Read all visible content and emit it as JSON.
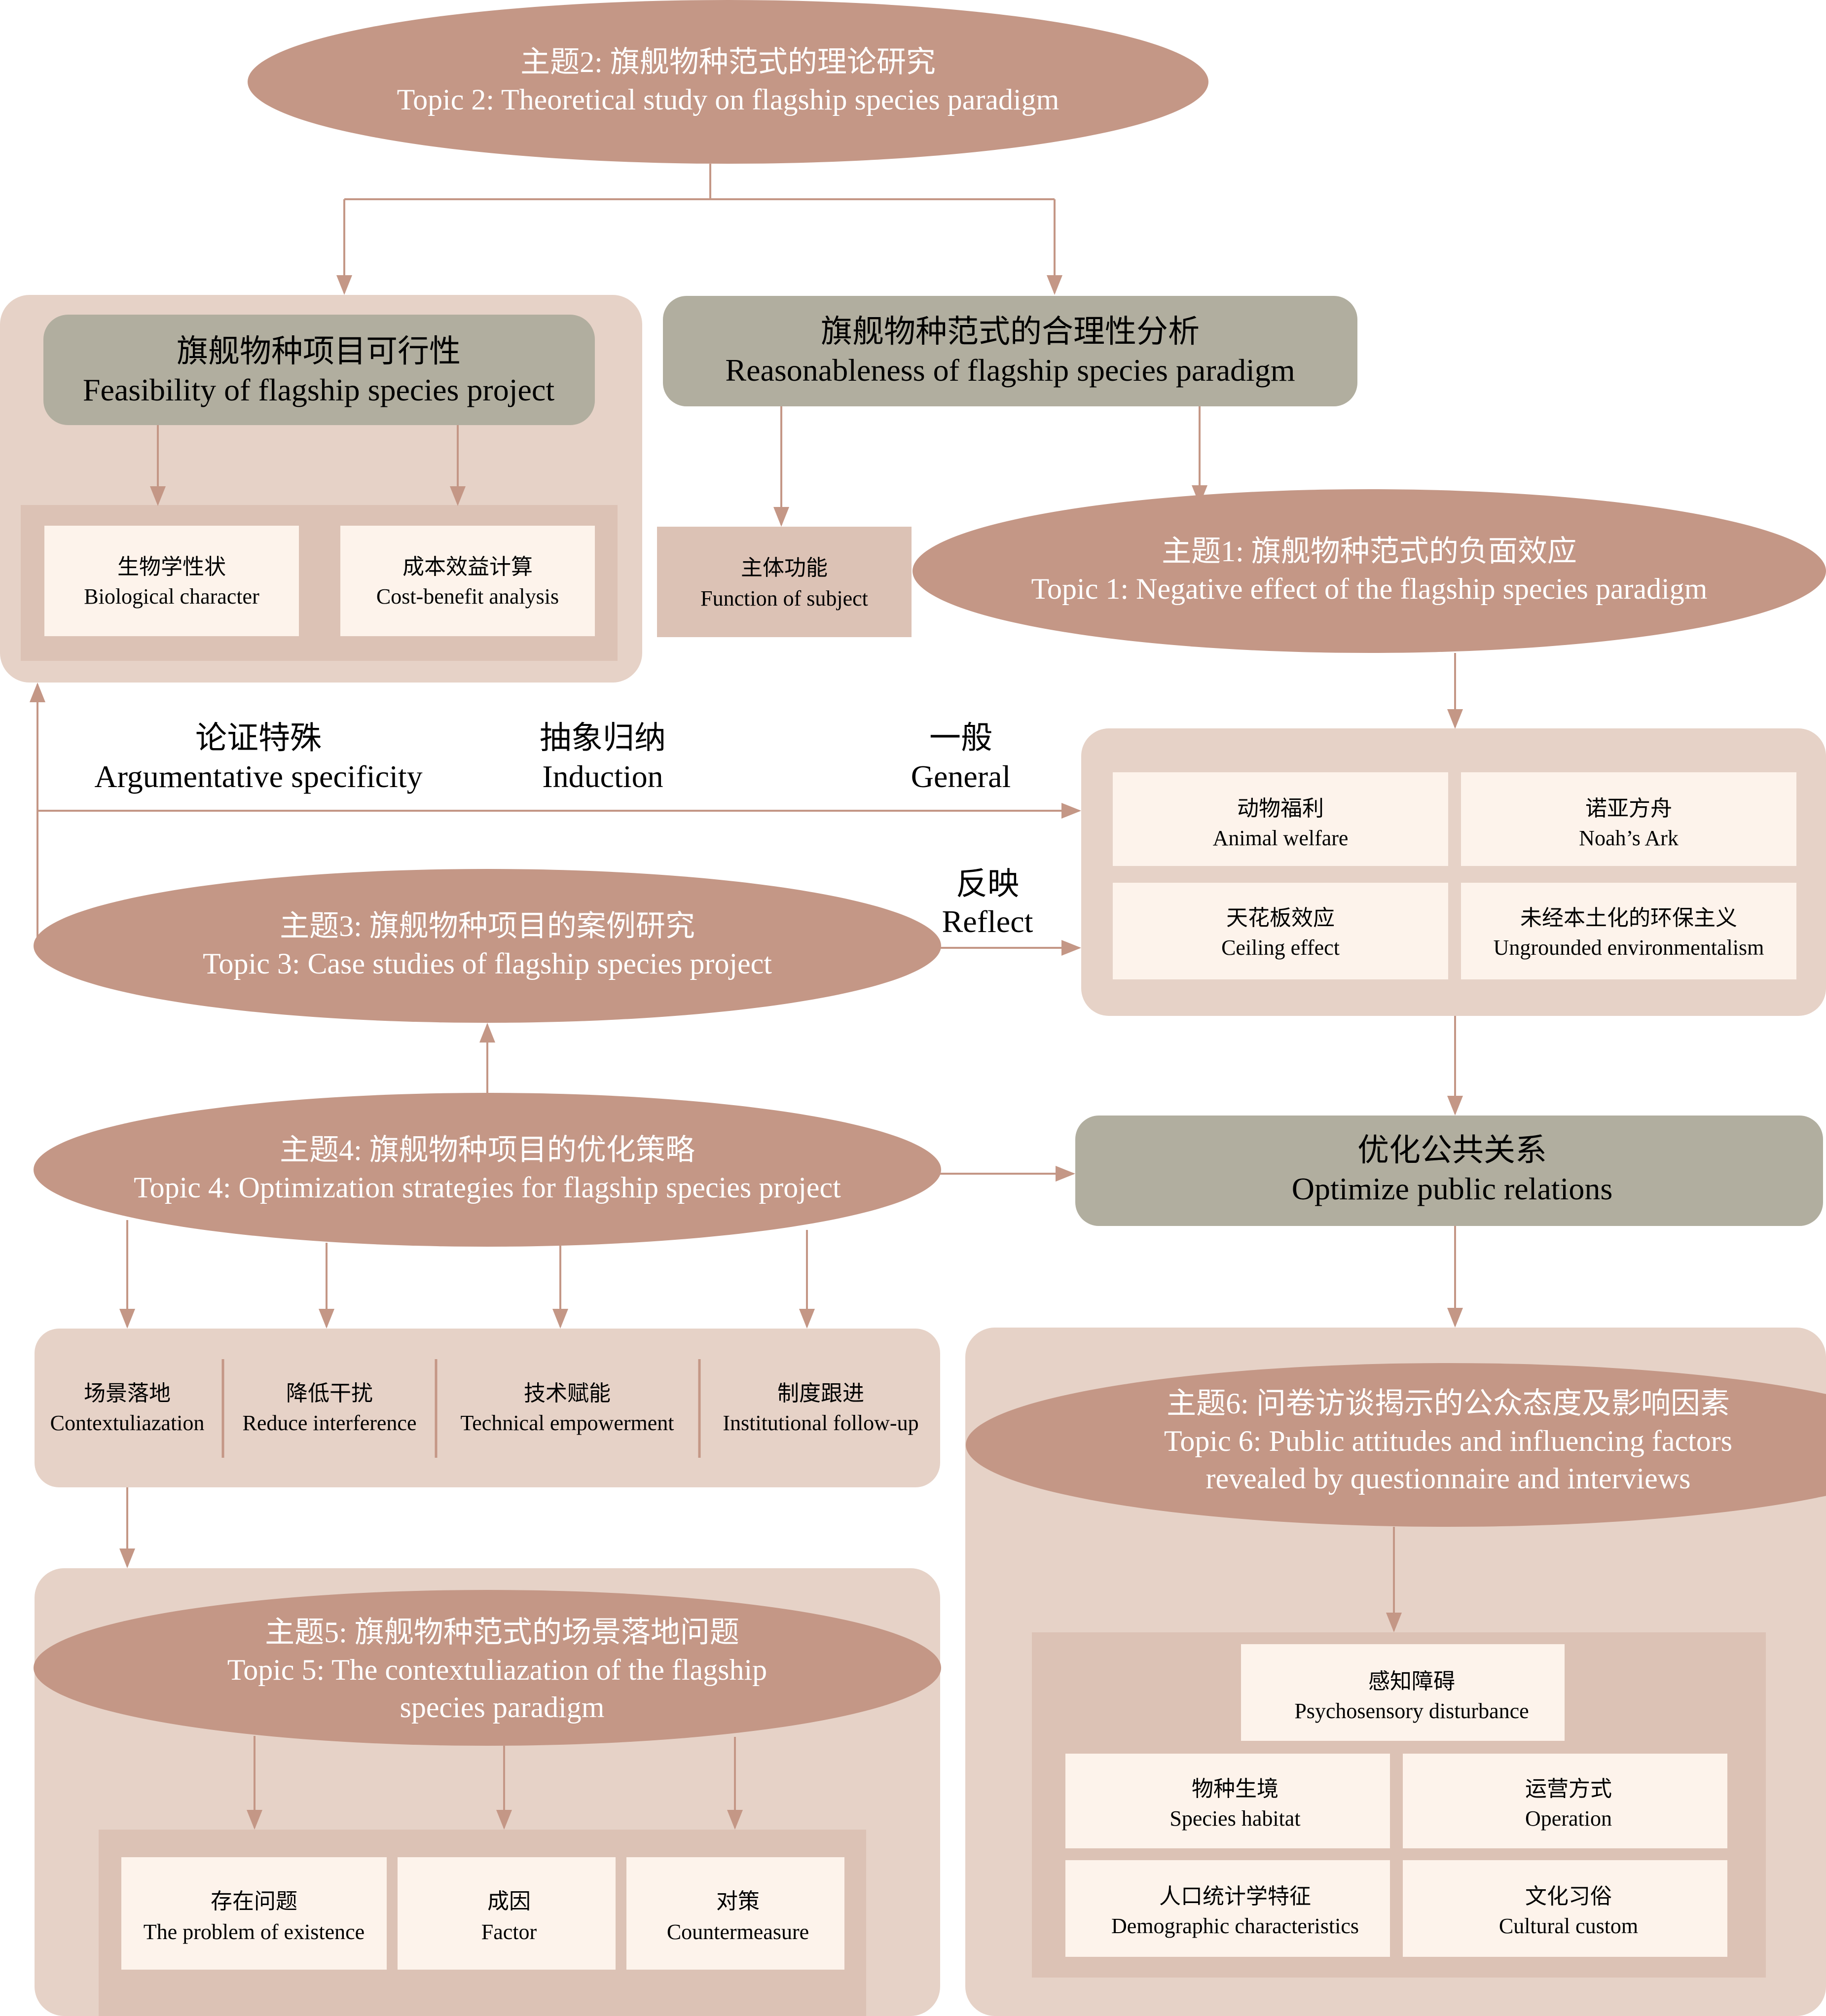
{
  "colors": {
    "ellipse": "#c49786",
    "panel": "#e6d2c7",
    "inner_panel": "#dcc2b5",
    "gray_box": "#b1ae9f",
    "cream_box": "#fdf3eb",
    "arrow": "#c49786"
  },
  "topic2": {
    "zh": "主题2: 旗舰物种范式的理论研究",
    "en": "Topic 2: Theoretical study on flagship species paradigm"
  },
  "feasibility": {
    "title_zh": "旗舰物种项目可行性",
    "title_en": "Feasibility of flagship species project",
    "items": [
      {
        "zh": "生物学性状",
        "en": "Biological character"
      },
      {
        "zh": "成本效益计算",
        "en": "Cost-benefit analysis"
      }
    ]
  },
  "reasonableness": {
    "zh": "旗舰物种范式的合理性分析",
    "en": "Reasonableness of flagship species paradigm"
  },
  "function_subject": {
    "zh": "主体功能",
    "en": "Function of subject"
  },
  "topic1": {
    "zh": "主题1: 旗舰物种范式的负面效应",
    "en": "Topic 1: Negative effect of the flagship species paradigm"
  },
  "labels": {
    "argumentative": {
      "zh": "论证特殊",
      "en": "Argumentative specificity"
    },
    "induction": {
      "zh": "抽象归纳",
      "en": "Induction"
    },
    "general": {
      "zh": "一般",
      "en": "General"
    },
    "reflect": {
      "zh": "反映",
      "en": "Reflect"
    }
  },
  "negative_effects": [
    {
      "zh": "动物福利",
      "en": "Animal welfare"
    },
    {
      "zh": "诺亚方舟",
      "en": "Noah’s Ark"
    },
    {
      "zh": "天花板效应",
      "en": "Ceiling effect"
    },
    {
      "zh": "未经本土化的环保主义",
      "en": "Ungrounded environmentalism"
    }
  ],
  "topic3": {
    "zh": "主题3: 旗舰物种项目的案例研究",
    "en": "Topic 3: Case studies of flagship species project"
  },
  "topic4": {
    "zh": "主题4: 旗舰物种项目的优化策略",
    "en": "Topic 4: Optimization strategies for flagship species project"
  },
  "optimize_pr": {
    "zh": "优化公共关系",
    "en": "Optimize public relations"
  },
  "strategies": [
    {
      "zh": "场景落地",
      "en": "Contextuliazation"
    },
    {
      "zh": "降低干扰",
      "en": "Reduce interference"
    },
    {
      "zh": "技术赋能",
      "en": "Technical empowerment"
    },
    {
      "zh": "制度跟进",
      "en": "Institutional follow-up"
    }
  ],
  "topic5": {
    "zh": "主题5: 旗舰物种范式的场景落地问题",
    "en1": "Topic 5: The contextuliazation of the flagship",
    "en2": "species paradigm"
  },
  "topic5_items": [
    {
      "zh": "存在问题",
      "en": "The problem of existence"
    },
    {
      "zh": "成因",
      "en": "Factor"
    },
    {
      "zh": "对策",
      "en": "Countermeasure"
    }
  ],
  "topic6": {
    "zh": "主题6: 问卷访谈揭示的公众态度及影响因素",
    "en1": "Topic 6: Public attitudes and influencing factors",
    "en2": "revealed by questionnaire and interviews"
  },
  "topic6_items": {
    "top": {
      "zh": "感知障碍",
      "en": "Psychosensory disturbance"
    },
    "grid": [
      {
        "zh": "物种生境",
        "en": "Species habitat"
      },
      {
        "zh": "运营方式",
        "en": "Operation"
      },
      {
        "zh": "人口统计学特征",
        "en": "Demographic characteristics"
      },
      {
        "zh": "文化习俗",
        "en": "Cultural custom"
      }
    ]
  }
}
